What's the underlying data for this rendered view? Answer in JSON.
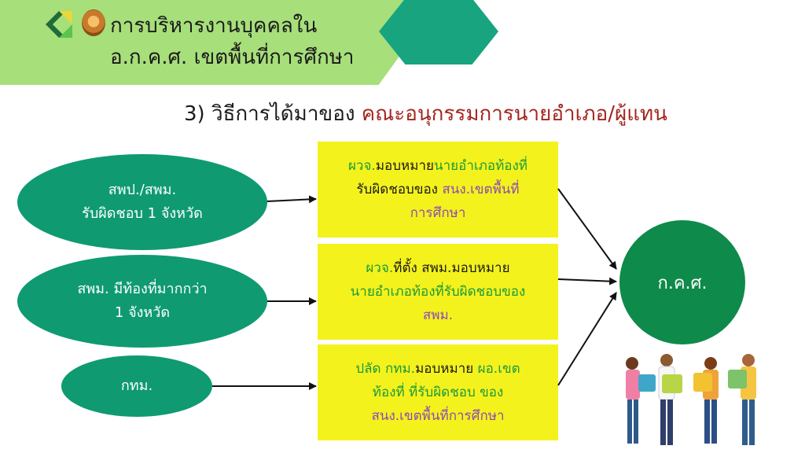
{
  "header": {
    "title_line1": "การบริหารงานบุคคลใน",
    "title_line2": "อ.ก.ค.ศ. เขตพื้นที่การศึกษา"
  },
  "subtitle": {
    "prefix": "3) วิธีการได้มาของ ",
    "highlight": "คณะอนุกรรมการนายอำเภอ/ผู้แทน"
  },
  "sources": [
    {
      "line1": "สพป./สพม.",
      "line2": "รับผิดชอบ 1 จังหวัด"
    },
    {
      "line1": "สพม. มีท้องที่มากกว่า",
      "line2": "1 จังหวัด"
    },
    {
      "line1": "กทม.",
      "line2": ""
    }
  ],
  "boxes": [
    {
      "l1a": "ผวจ.",
      "l1b": "มอบหมาย",
      "l1c": "นายอำเภอท้องที่",
      "l2a": "รับผิดชอบของ ",
      "l2b": "สนง.เขตพื้นที่",
      "l3": "การศึกษา"
    },
    {
      "l1a": "ผวจ.",
      "l1b": "ที่ตั้ง สพม.มอบหมาย",
      "l2": "นายอำเภอท้องที่รับผิดชอบของ",
      "l3": "สพม."
    },
    {
      "l1a": "ปลัด กทม.",
      "l1b": "มอบหมาย ",
      "l1c": "ผอ.เขต",
      "l2": "ท้องที่ ที่รับผิดชอบ ของ",
      "l3": "สนง.เขตพื้นที่การศึกษา"
    }
  ],
  "target": "ก.ค.ศ.",
  "colors": {
    "header_band": "#a7df7a",
    "hexagon": "#17a47f",
    "ellipse": "#0f9a72",
    "box": "#f4f21c",
    "target_circle": "#0e8a4a",
    "highlight_red": "#a3261f",
    "green_text": "#1c9a3c",
    "purple_text": "#8c4bb5"
  },
  "icons": [
    "chevron-logo-icon",
    "ministry-seal-icon",
    "people-puzzle-illustration"
  ]
}
